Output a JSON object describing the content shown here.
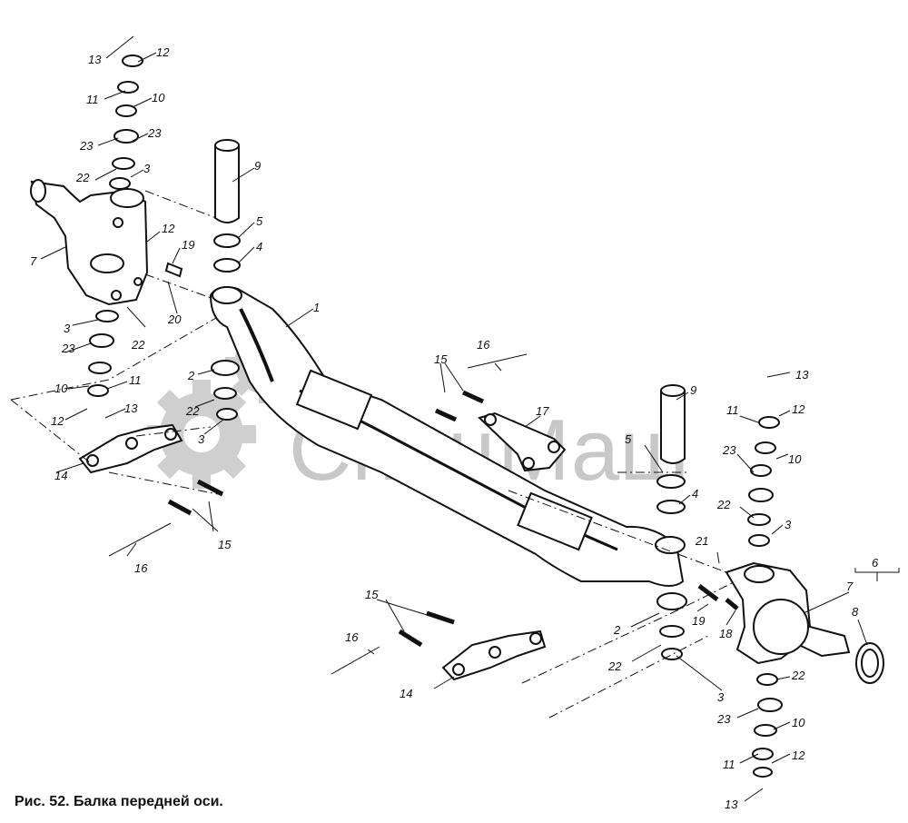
{
  "caption": "Рис. 52. Балка передней оси.",
  "watermark": "СпецМаш",
  "colors": {
    "ink": "#111111",
    "watermark": "#c8c8c8",
    "paper": "#ffffff"
  },
  "callouts": [
    "1",
    "2",
    "2",
    "3",
    "3",
    "3",
    "3",
    "3",
    "3",
    "4",
    "4",
    "5",
    "5",
    "6",
    "7",
    "7",
    "8",
    "9",
    "9",
    "10",
    "10",
    "10",
    "10",
    "11",
    "11",
    "11",
    "11",
    "12",
    "12",
    "12",
    "12",
    "12",
    "13",
    "13",
    "13",
    "13",
    "14",
    "14",
    "15",
    "15",
    "15",
    "16",
    "16",
    "16",
    "16",
    "17",
    "18",
    "19",
    "19",
    "20",
    "21",
    "22",
    "22",
    "22",
    "22",
    "22",
    "22",
    "23",
    "23",
    "23",
    "23",
    "23",
    "23"
  ]
}
